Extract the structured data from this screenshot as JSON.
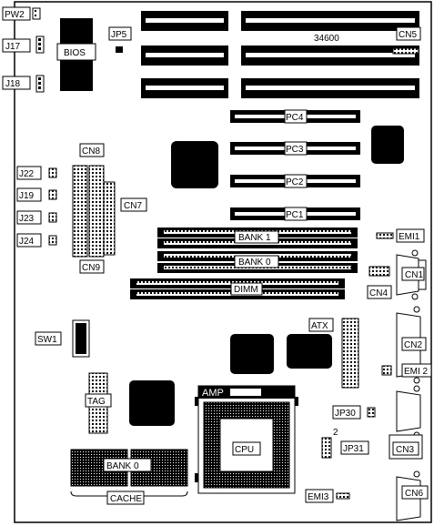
{
  "board": {
    "model_number": "34600"
  },
  "labels": {
    "pw2": "PW2",
    "j17": "J17",
    "j18": "J18",
    "bios": "BIOS",
    "jp5": "JP5",
    "cn5": "CN5",
    "pc4": "PC4",
    "pc3": "PC3",
    "pc2": "PC2",
    "pc1": "PC1",
    "cn8": "CN8",
    "cn7": "CN7",
    "cn9": "CN9",
    "j22": "J22",
    "j19": "J19",
    "j23": "J23",
    "j24": "J24",
    "bank1": "BANK 1",
    "bank0": "BANK 0",
    "emi1": "EMI1",
    "cn1": "CN1",
    "cn4": "CN4",
    "dimm": "DIMM",
    "sw1": "SW1",
    "atx": "ATX",
    "cn2": "CN2",
    "emi2": "EMI 2",
    "tag": "TAG",
    "amp": "AMP",
    "cpu": "CPU",
    "jp30": "JP30",
    "jp31": "JP31",
    "pin2": "2",
    "cn3": "CN3",
    "cache_bank": "BANK 0",
    "cache": "CACHE",
    "emi3": "EMI3",
    "cn6": "CN6"
  }
}
